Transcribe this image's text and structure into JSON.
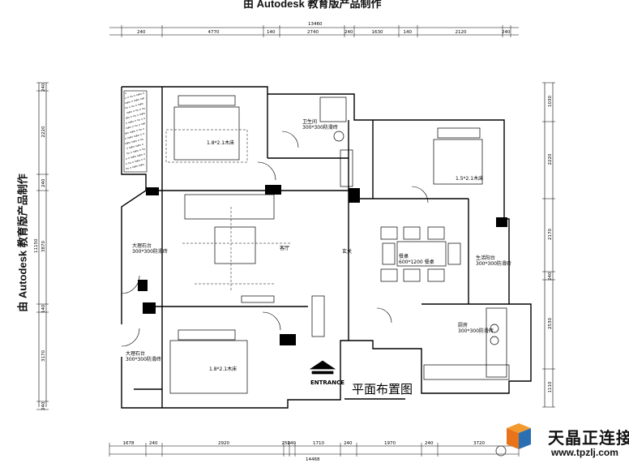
{
  "watermark": "由 Autodesk 教育版产品制作",
  "title": "平面布置图",
  "entrance": "ENTRANCE",
  "brand": {
    "name": "天晶正连接",
    "url": "www.tpzlj.com"
  },
  "dims": {
    "top_total": "13460",
    "top": [
      "240",
      "4770",
      "140",
      "2740",
      "240",
      "1630",
      "140",
      "2120",
      "240"
    ],
    "bottom_total": "14468",
    "bottom": [
      "1678",
      "240",
      "2920",
      "250",
      "240",
      "1710",
      "240",
      "1970",
      "240",
      "3720"
    ],
    "left_total": "11150",
    "left": [
      "240",
      "2220",
      "240",
      "3870",
      "140",
      "3170",
      "240"
    ],
    "right": [
      "1030",
      "2220",
      "2170",
      "240",
      "2530",
      "1110"
    ]
  },
  "rooms": {
    "master_bed": "1.8*2.1木床",
    "bed2": "1.8*2.1木床",
    "bed3": "1.5*2.1木床",
    "bath": "卫生间\n300*300防滑砖",
    "dining": "餐桌\n600*1200 餐桌",
    "balcony_l": "大理石台\n300*300防滑砖",
    "balcony_l2": "大理石台\n300*300防滑砖",
    "kitchen": "厨房\n300*300防滑砖",
    "balcony_r": "生活阳台\n300*300防滑砖",
    "living": "客厅",
    "foyer": "玄关"
  }
}
